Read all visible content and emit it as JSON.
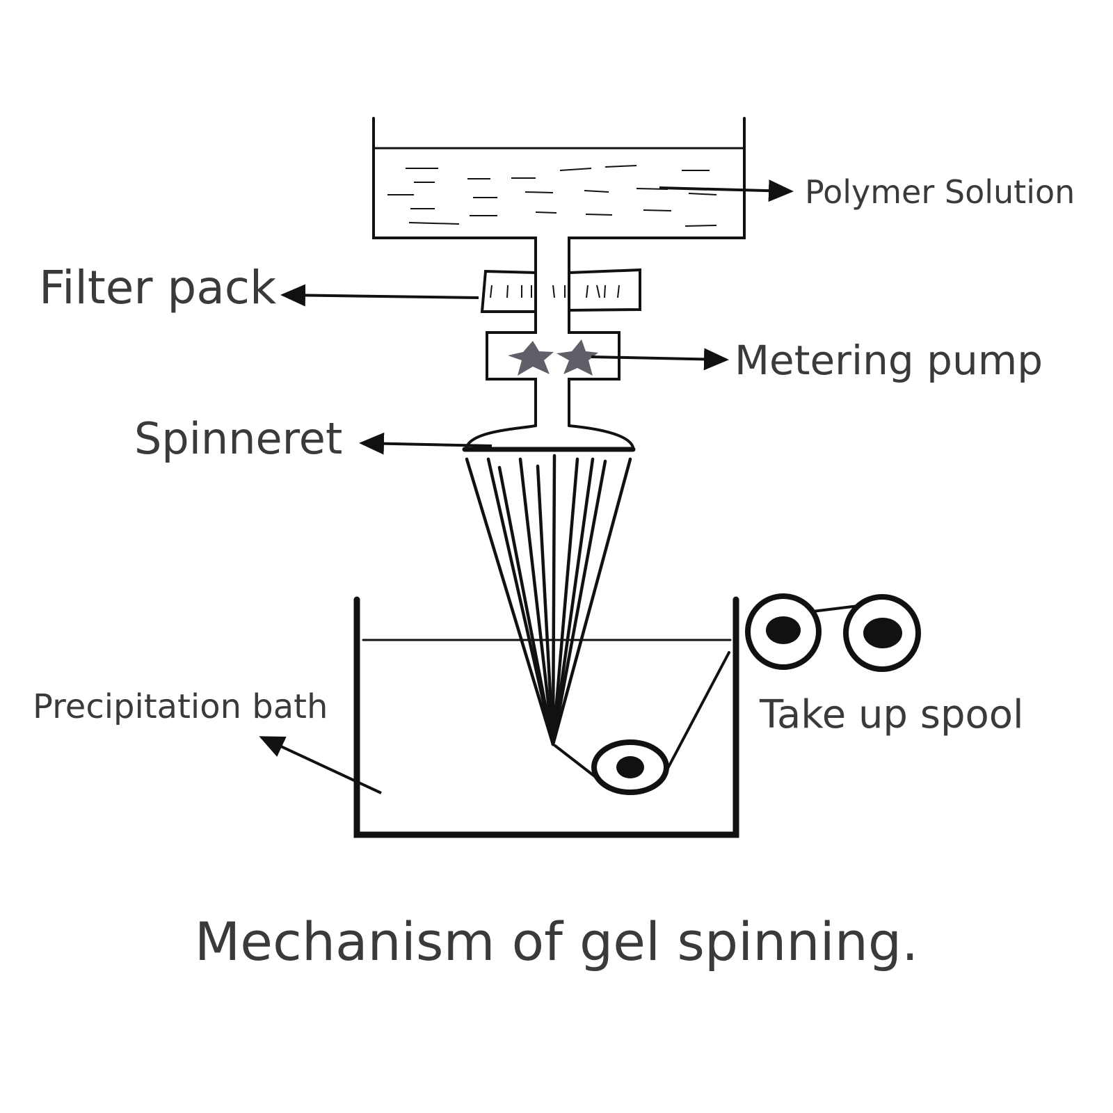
{
  "labels": {
    "polymer_solution": "Polymer Solution",
    "filter_pack": "Filter pack",
    "metering_pump": "Metering pump",
    "spinneret": "Spinneret",
    "precipitation_bath": "Precipitation bath",
    "take_up_spool": "Take up spool"
  },
  "caption": "Mechanism of gel spinning.",
  "colors": {
    "ink": "#111111",
    "label_text": "#3a3a3a",
    "pump_gear": "#5f5f68"
  }
}
